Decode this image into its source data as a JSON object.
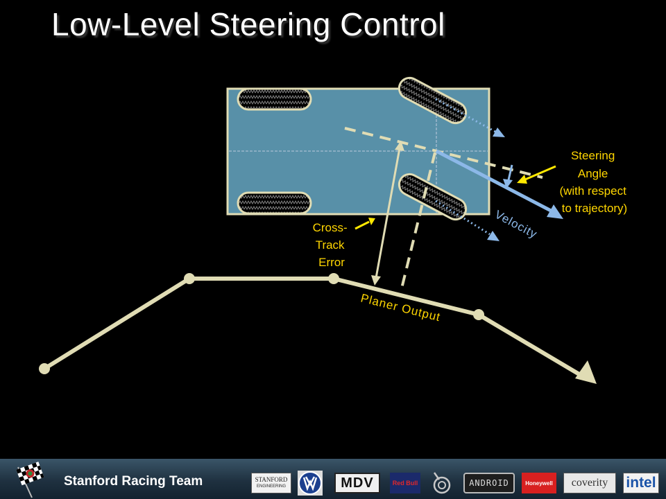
{
  "slide": {
    "title": "Low-Level Steering Control"
  },
  "diagram": {
    "labels": {
      "steering_angle": [
        "Steering",
        "Angle",
        "(with respect",
        "to trajectory)"
      ],
      "velocity": "Velocity",
      "cross_track_error": [
        "Cross-",
        "Track",
        "Error"
      ],
      "planer_output": "Planer Output"
    },
    "colors": {
      "vehicle_body": "#5890a8",
      "path_cream": "#e0dcb4",
      "label_yellow": "#ffd600",
      "label_blue": "#8cb8e8",
      "arrow_yellow": "#ffe800"
    }
  },
  "footer": {
    "team_name": "Stanford Racing Team",
    "sponsors": {
      "stanford": [
        "STANFORD",
        "ENGINEERING"
      ],
      "vw": "VW",
      "mdv": "MDV",
      "redbull": "Red Bull",
      "android": "ANDROID",
      "honeywell": "Honeywell",
      "coverity": "coverity",
      "intel": "intel"
    }
  }
}
